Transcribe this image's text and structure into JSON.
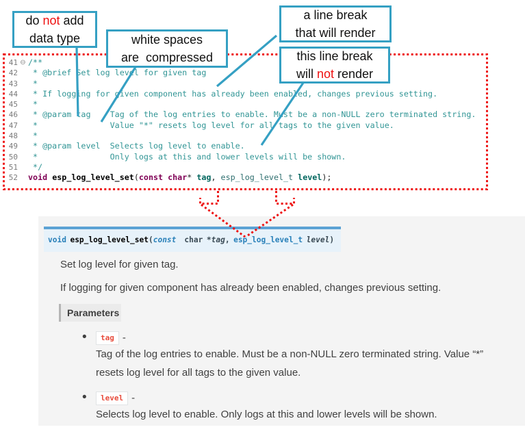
{
  "colors": {
    "callout_border": "#35A0C3",
    "connector_line": "#35A0C3",
    "dotted_red": "#EE1111",
    "emphasis_red": "#EE1010",
    "code_comment": "#319595",
    "code_keyword": "#7F0055",
    "sig_background": "#E7F2FA",
    "sig_border": "#5CA2D4",
    "sig_blue": "#2980B9",
    "chip_red": "#E74C3C",
    "docs_background": "#f4f4f4"
  },
  "callouts": {
    "no_data_type": {
      "l1p1": "do ",
      "l1em": "not",
      "l1p2": " add",
      "l2": "data type"
    },
    "white_spaces": {
      "l1": "white spaces",
      "l2": "are  compressed"
    },
    "break_renders": {
      "l1": "a line break",
      "l2": "that will render"
    },
    "break_not_renders": {
      "l1": "this line break",
      "l2p1": "will ",
      "l2em": "not",
      "l2p2": " render"
    }
  },
  "editor": {
    "lines": [
      {
        "num": "41",
        "fold": "⊖",
        "segs": [
          {
            "c": "com",
            "t": "/**"
          }
        ]
      },
      {
        "num": "42",
        "segs": [
          {
            "c": "com",
            "t": " * @brief Set log level for given tag"
          }
        ]
      },
      {
        "num": "43",
        "segs": [
          {
            "c": "com",
            "t": " *"
          }
        ]
      },
      {
        "num": "44",
        "segs": [
          {
            "c": "com",
            "t": " * If logging for given component has already been enabled, changes previous setting."
          }
        ]
      },
      {
        "num": "45",
        "segs": [
          {
            "c": "com",
            "t": " *"
          }
        ]
      },
      {
        "num": "46",
        "segs": [
          {
            "c": "com",
            "t": " * @param tag    Tag of the log entries to enable. Must be a non-NULL zero terminated string."
          }
        ]
      },
      {
        "num": "47",
        "segs": [
          {
            "c": "com",
            "t": " *               Value \"*\" resets log level for all tags to the given value."
          }
        ]
      },
      {
        "num": "48",
        "segs": [
          {
            "c": "com",
            "t": " *"
          }
        ]
      },
      {
        "num": "49",
        "segs": [
          {
            "c": "com",
            "t": " * @param level  Selects log level to enable."
          }
        ]
      },
      {
        "num": "50",
        "segs": [
          {
            "c": "com",
            "t": " *               Only logs at this and lower levels will be shown."
          }
        ]
      },
      {
        "num": "51",
        "segs": [
          {
            "c": "com",
            "t": " */"
          }
        ]
      },
      {
        "num": "52",
        "segs": [
          {
            "c": "kw",
            "t": "void"
          },
          {
            "c": "pl",
            "t": " "
          },
          {
            "c": "fn",
            "t": "esp_log_level_set"
          },
          {
            "c": "pl",
            "t": "("
          },
          {
            "c": "kw",
            "t": "const"
          },
          {
            "c": "pl",
            "t": " "
          },
          {
            "c": "kw",
            "t": "char"
          },
          {
            "c": "pl",
            "t": "* "
          },
          {
            "c": "pv",
            "t": "tag"
          },
          {
            "c": "pl",
            "t": ", "
          },
          {
            "c": "ty",
            "t": "esp_log_level_t"
          },
          {
            "c": "pl",
            "t": " "
          },
          {
            "c": "pv",
            "t": "level"
          },
          {
            "c": "pl",
            "t": ");"
          }
        ]
      }
    ]
  },
  "docs": {
    "signature": {
      "kw_return": "void",
      "name": "esp_log_level_set",
      "paren_open": "(",
      "const_kw": "const",
      "type1": "char",
      "ptr": "*",
      "param1": "tag",
      "comma": ",",
      "type2": "esp_log_level_t",
      "param2": "level",
      "paren_close": ")"
    },
    "brief": "Set log level for given tag.",
    "description": "If logging for given component has already been enabled, changes previous setting.",
    "parameters_label": "Parameters",
    "params": [
      {
        "name": "tag",
        "dash": "-",
        "desc_line1": "Tag of the log entries to enable. Must be a non-NULL zero terminated string. Value “*”",
        "desc_line2": "resets log level for all tags to the given value."
      },
      {
        "name": "level",
        "dash": "-",
        "desc_line1": "Selects log level to enable. Only logs at this and lower levels will be shown.",
        "desc_line2": ""
      }
    ]
  }
}
